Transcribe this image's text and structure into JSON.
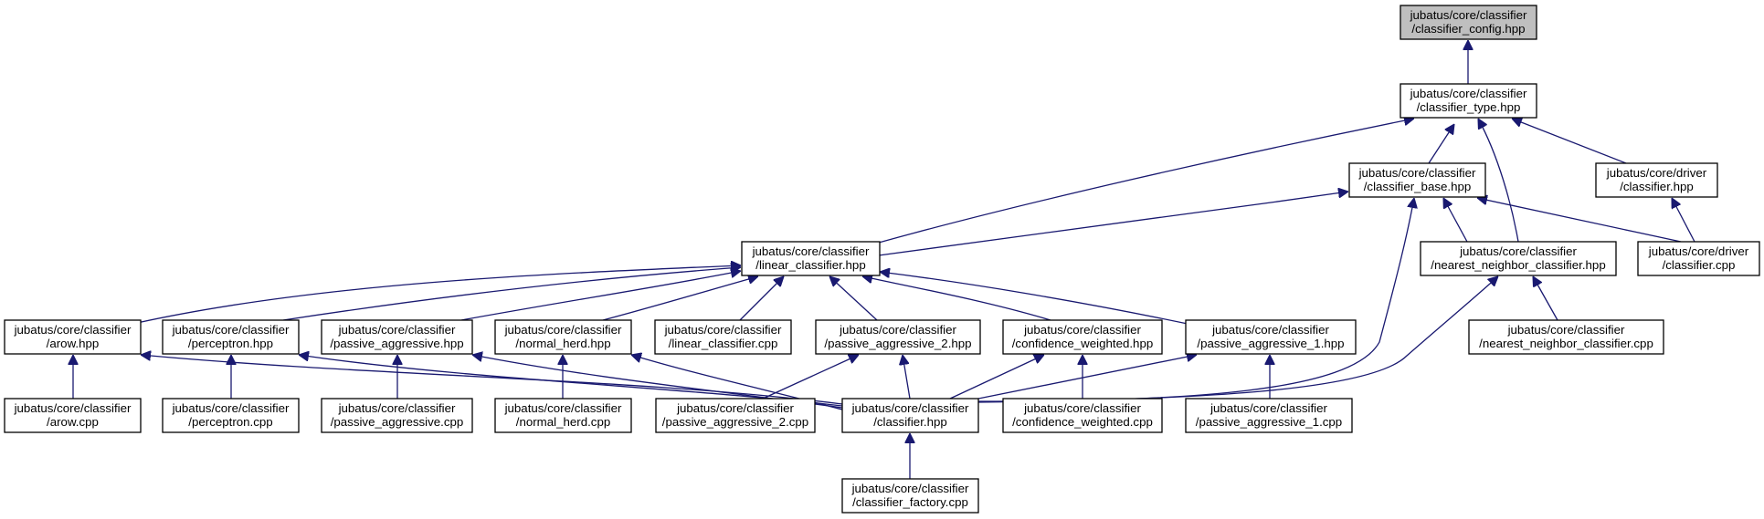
{
  "diagram": {
    "colors": {
      "root_fill": "#bfbfbf",
      "node_fill": "#ffffff",
      "border": "#000000",
      "edge": "#191970"
    },
    "nodes": [
      {
        "id": "classifier_config_hpp",
        "lines": [
          "jubatus/core/classifier",
          "/classifier_config.hpp"
        ],
        "root": true
      },
      {
        "id": "classifier_type_hpp",
        "lines": [
          "jubatus/core/classifier",
          "/classifier_type.hpp"
        ]
      },
      {
        "id": "classifier_base_hpp",
        "lines": [
          "jubatus/core/classifier",
          "/classifier_base.hpp"
        ]
      },
      {
        "id": "driver_classifier_hpp",
        "lines": [
          "jubatus/core/driver",
          "/classifier.hpp"
        ]
      },
      {
        "id": "linear_classifier_hpp",
        "lines": [
          "jubatus/core/classifier",
          "/linear_classifier.hpp"
        ]
      },
      {
        "id": "nearest_neighbor_classifier_hpp",
        "lines": [
          "jubatus/core/classifier",
          "/nearest_neighbor_classifier.hpp"
        ]
      },
      {
        "id": "driver_classifier_cpp",
        "lines": [
          "jubatus/core/driver",
          "/classifier.cpp"
        ]
      },
      {
        "id": "arow_hpp",
        "lines": [
          "jubatus/core/classifier",
          "/arow.hpp"
        ]
      },
      {
        "id": "perceptron_hpp",
        "lines": [
          "jubatus/core/classifier",
          "/perceptron.hpp"
        ]
      },
      {
        "id": "passive_aggressive_hpp",
        "lines": [
          "jubatus/core/classifier",
          "/passive_aggressive.hpp"
        ]
      },
      {
        "id": "normal_herd_hpp",
        "lines": [
          "jubatus/core/classifier",
          "/normal_herd.hpp"
        ]
      },
      {
        "id": "linear_classifier_cpp",
        "lines": [
          "jubatus/core/classifier",
          "/linear_classifier.cpp"
        ]
      },
      {
        "id": "passive_aggressive_2_hpp",
        "lines": [
          "jubatus/core/classifier",
          "/passive_aggressive_2.hpp"
        ]
      },
      {
        "id": "confidence_weighted_hpp",
        "lines": [
          "jubatus/core/classifier",
          "/confidence_weighted.hpp"
        ]
      },
      {
        "id": "passive_aggressive_1_hpp",
        "lines": [
          "jubatus/core/classifier",
          "/passive_aggressive_1.hpp"
        ]
      },
      {
        "id": "nearest_neighbor_classifier_cpp",
        "lines": [
          "jubatus/core/classifier",
          "/nearest_neighbor_classifier.cpp"
        ]
      },
      {
        "id": "arow_cpp",
        "lines": [
          "jubatus/core/classifier",
          "/arow.cpp"
        ]
      },
      {
        "id": "perceptron_cpp",
        "lines": [
          "jubatus/core/classifier",
          "/perceptron.cpp"
        ]
      },
      {
        "id": "passive_aggressive_cpp",
        "lines": [
          "jubatus/core/classifier",
          "/passive_aggressive.cpp"
        ]
      },
      {
        "id": "normal_herd_cpp",
        "lines": [
          "jubatus/core/classifier",
          "/normal_herd.cpp"
        ]
      },
      {
        "id": "passive_aggressive_2_cpp",
        "lines": [
          "jubatus/core/classifier",
          "/passive_aggressive_2.cpp"
        ]
      },
      {
        "id": "classifier_hpp",
        "lines": [
          "jubatus/core/classifier",
          "/classifier.hpp"
        ]
      },
      {
        "id": "confidence_weighted_cpp",
        "lines": [
          "jubatus/core/classifier",
          "/confidence_weighted.cpp"
        ]
      },
      {
        "id": "passive_aggressive_1_cpp",
        "lines": [
          "jubatus/core/classifier",
          "/passive_aggressive_1.cpp"
        ]
      },
      {
        "id": "classifier_factory_cpp",
        "lines": [
          "jubatus/core/classifier",
          "/classifier_factory.cpp"
        ]
      }
    ],
    "edges": [
      {
        "from": "classifier_type_hpp",
        "to": "classifier_config_hpp"
      },
      {
        "from": "classifier_base_hpp",
        "to": "classifier_type_hpp"
      },
      {
        "from": "linear_classifier_hpp",
        "to": "classifier_type_hpp"
      },
      {
        "from": "nearest_neighbor_classifier_hpp",
        "to": "classifier_type_hpp"
      },
      {
        "from": "driver_classifier_hpp",
        "to": "classifier_type_hpp"
      },
      {
        "from": "linear_classifier_hpp",
        "to": "classifier_base_hpp"
      },
      {
        "from": "nearest_neighbor_classifier_hpp",
        "to": "classifier_base_hpp"
      },
      {
        "from": "driver_classifier_cpp",
        "to": "classifier_base_hpp"
      },
      {
        "from": "classifier_hpp",
        "to": "classifier_base_hpp"
      },
      {
        "from": "driver_classifier_cpp",
        "to": "driver_classifier_hpp"
      },
      {
        "from": "arow_hpp",
        "to": "linear_classifier_hpp"
      },
      {
        "from": "perceptron_hpp",
        "to": "linear_classifier_hpp"
      },
      {
        "from": "passive_aggressive_hpp",
        "to": "linear_classifier_hpp"
      },
      {
        "from": "normal_herd_hpp",
        "to": "linear_classifier_hpp"
      },
      {
        "from": "linear_classifier_cpp",
        "to": "linear_classifier_hpp"
      },
      {
        "from": "passive_aggressive_2_hpp",
        "to": "linear_classifier_hpp"
      },
      {
        "from": "confidence_weighted_hpp",
        "to": "linear_classifier_hpp"
      },
      {
        "from": "passive_aggressive_1_hpp",
        "to": "linear_classifier_hpp"
      },
      {
        "from": "nearest_neighbor_classifier_cpp",
        "to": "nearest_neighbor_classifier_hpp"
      },
      {
        "from": "classifier_hpp",
        "to": "nearest_neighbor_classifier_hpp"
      },
      {
        "from": "arow_cpp",
        "to": "arow_hpp"
      },
      {
        "from": "classifier_hpp",
        "to": "arow_hpp"
      },
      {
        "from": "perceptron_cpp",
        "to": "perceptron_hpp"
      },
      {
        "from": "classifier_hpp",
        "to": "perceptron_hpp"
      },
      {
        "from": "passive_aggressive_cpp",
        "to": "passive_aggressive_hpp"
      },
      {
        "from": "classifier_hpp",
        "to": "passive_aggressive_hpp"
      },
      {
        "from": "normal_herd_cpp",
        "to": "normal_herd_hpp"
      },
      {
        "from": "classifier_hpp",
        "to": "normal_herd_hpp"
      },
      {
        "from": "passive_aggressive_2_cpp",
        "to": "passive_aggressive_2_hpp"
      },
      {
        "from": "classifier_hpp",
        "to": "passive_aggressive_2_hpp"
      },
      {
        "from": "confidence_weighted_cpp",
        "to": "confidence_weighted_hpp"
      },
      {
        "from": "classifier_hpp",
        "to": "confidence_weighted_hpp"
      },
      {
        "from": "passive_aggressive_1_cpp",
        "to": "passive_aggressive_1_hpp"
      },
      {
        "from": "classifier_hpp",
        "to": "passive_aggressive_1_hpp"
      },
      {
        "from": "classifier_factory_cpp",
        "to": "classifier_hpp"
      }
    ]
  }
}
